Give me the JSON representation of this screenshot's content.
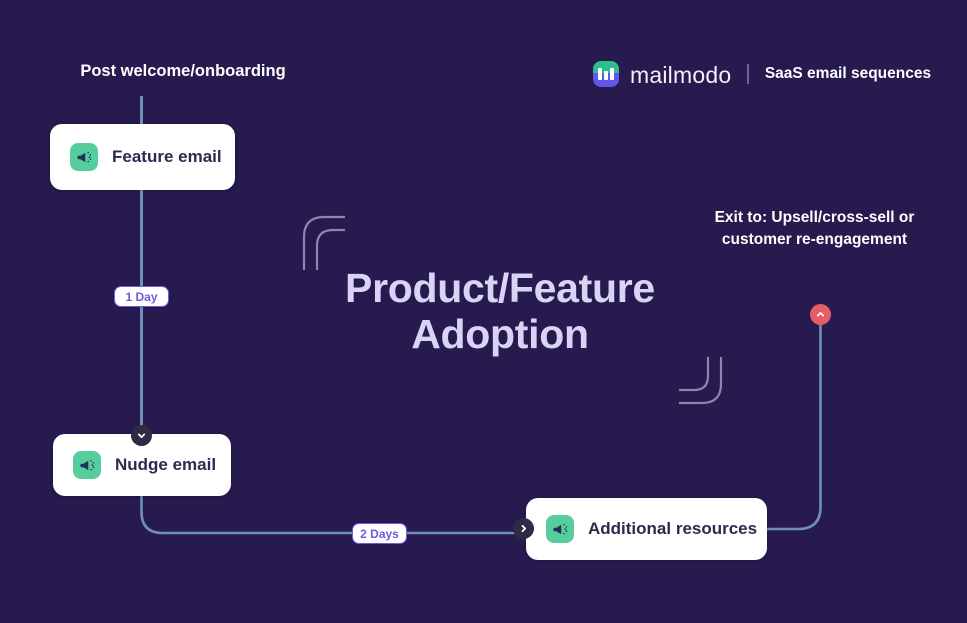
{
  "page": {
    "background_color": "#261a4e",
    "title": "Product/Feature Adoption"
  },
  "brand": {
    "logo_icon": "mailmodo-logo-icon",
    "name": "mailmodo",
    "separator": "|",
    "tagline": "SaaS email sequences",
    "logo_colors": {
      "top": "#2fbf8f",
      "bottom": "#6156e8",
      "bars": "#ffffff"
    }
  },
  "labels": {
    "entry": "Post welcome/onboarding",
    "exit": "Exit to: Upsell/cross-sell or customer re-engagement"
  },
  "flow": {
    "title_line_1": "Product/Feature",
    "title_line_2": "Adoption",
    "title_color": "#d9d3f5",
    "connector_color": "#6f8fb9",
    "nodes": [
      {
        "id": "feature-email",
        "label": "Feature email",
        "icon": "megaphone-icon",
        "icon_bg": "#56cd9c"
      },
      {
        "id": "nudge-email",
        "label": "Nudge email",
        "icon": "megaphone-icon",
        "icon_bg": "#56cd9c"
      },
      {
        "id": "additional-resources",
        "label": "Additional resources",
        "icon": "megaphone-icon",
        "icon_bg": "#56cd9c"
      }
    ],
    "delays": [
      {
        "id": "delay-1",
        "label": "1 Day",
        "color": "#6e5ce0"
      },
      {
        "id": "delay-2",
        "label": "2 Days",
        "color": "#6e5ce0"
      }
    ],
    "handles": [
      {
        "id": "handle-down",
        "icon": "chevron-down-icon",
        "color": "#2e2b44"
      },
      {
        "id": "handle-right",
        "icon": "chevron-right-icon",
        "color": "#2e2b44"
      },
      {
        "id": "handle-exit",
        "icon": "chevron-up-icon",
        "color": "#e85d63"
      }
    ]
  }
}
